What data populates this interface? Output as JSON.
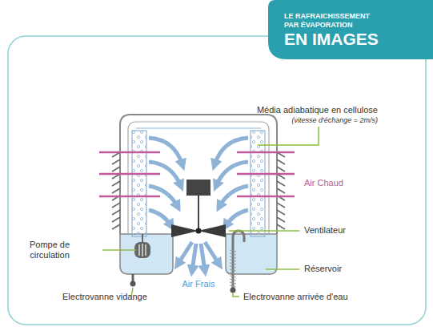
{
  "diagram": {
    "nodes": [
      {
        "text": [
          "LE RAFRAICHISSEMENT PAR ÉVAPORATION",
          "EN IMAGES"
        ]
      }
    ],
    "labels": [
      "Média adiabatique en cellulose",
      "(vitesse d'échange = 2m/s)",
      "Air Chaud",
      "Ventilateur",
      "Pompe de circulation",
      "Réservoir",
      "Air Frais",
      "Electrovanne vidange",
      "Electrovanne arrivée d'eau"
    ]
  }
}
